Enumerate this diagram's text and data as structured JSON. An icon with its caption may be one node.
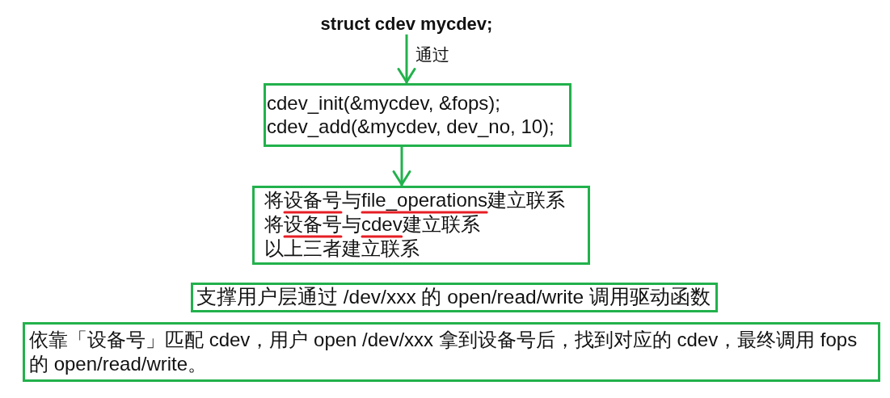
{
  "diagram": {
    "nodes": [
      {
        "text": [
          "struct cdev mycdev;"
        ]
      },
      {
        "text": [
          "cdev_init(&mycdev, &fops);",
          "cdev_add(&mycdev, dev_no, 10);"
        ]
      },
      {
        "text": [
          "将设备号与file_operations建立联系",
          "将设备号与cdev建立联系",
          "以上三者建立联系"
        ]
      },
      {
        "text": [
          "支撑用户层通过 /dev/xxx 的 open/read/write 调用驱动函数"
        ]
      },
      {
        "text": [
          "依靠「设备号」匹配 cdev，用户 open /dev/xxx 拿到设备号后，找到对应的 cdev，最终调用 fops 的 open/read/write。"
        ]
      }
    ],
    "edges": [
      {
        "from": 0,
        "to": 1,
        "arrow": "to",
        "label": "通过"
      },
      {
        "from": 1,
        "to": 2,
        "arrow": "to"
      }
    ]
  }
}
